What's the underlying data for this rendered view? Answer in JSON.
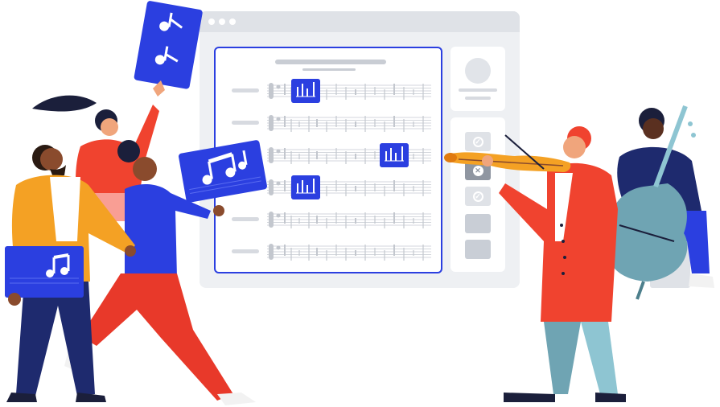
{
  "scene": {
    "description_free": true
  },
  "window": {
    "controls": [
      "close-dot",
      "minimize-dot",
      "maximize-dot"
    ]
  },
  "score": {
    "rows": 6,
    "highlighted_measures": [
      {
        "row": 0,
        "position": "start"
      },
      {
        "row": 2,
        "position": "end"
      },
      {
        "row": 3,
        "position": "start"
      }
    ]
  },
  "checklist": {
    "items": [
      {
        "state": "checked"
      },
      {
        "state": "rejected"
      },
      {
        "state": "checked"
      },
      {
        "state": "empty"
      },
      {
        "state": "empty"
      }
    ],
    "symbols": {
      "checked": "✓",
      "rejected": "✕"
    }
  },
  "colors": {
    "accent": "#2b3fe0",
    "window": "#eef0f3",
    "orange": "#f4a124",
    "red": "#f0432f",
    "navy": "#1e2a6e",
    "teal": "#6fa4b3"
  }
}
